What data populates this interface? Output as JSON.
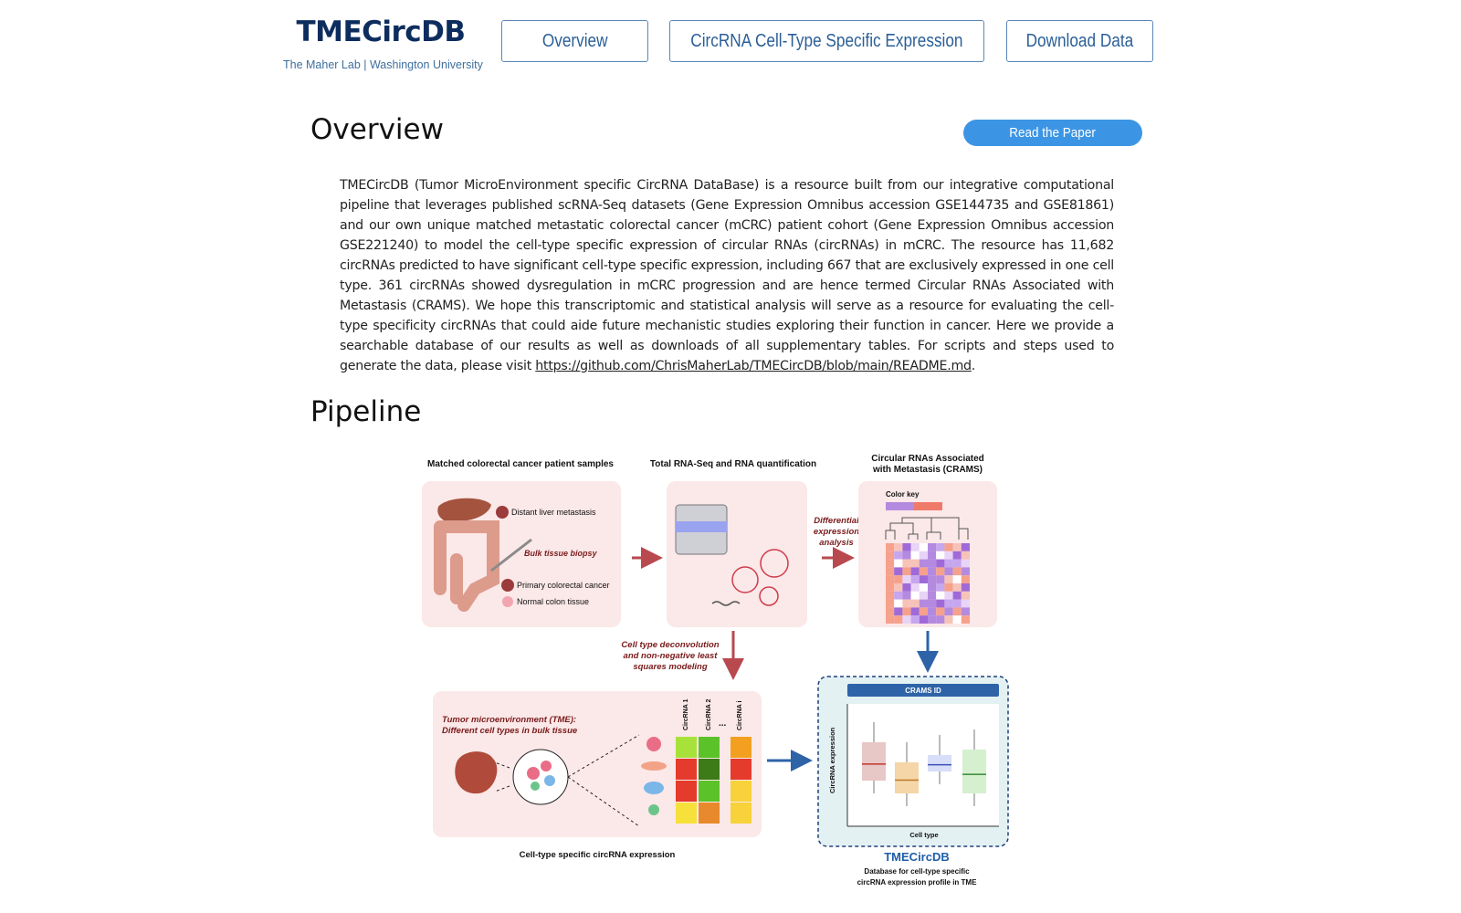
{
  "header": {
    "site_title": "TMECircDB",
    "site_subtitle": "The Maher Lab | Washington University",
    "nav": {
      "overview": "Overview",
      "celltype": "CircRNA Cell-Type Specific Expression",
      "download": "Download Data"
    }
  },
  "overview": {
    "heading": "Overview",
    "paper_button": "Read the Paper",
    "body": "TMECircDB (Tumor MicroEnvironment specific CircRNA DataBase) is a resource built from our integrative computational pipeline that leverages published scRNA-Seq datasets (Gene Expression Omnibus accession GSE144735 and GSE81861) and our own unique matched metastatic colorectal cancer (mCRC) patient cohort (Gene Expression Omnibus accession GSE221240) to model the cell-type specific expression of circular RNAs (circRNAs) in mCRC. The resource has 11,682 circRNAs predicted to have significant cell-type specific expression, including 667 that are exclusively expressed in one cell type. 361 circRNAs showed dysregulation in mCRC progression and are hence termed Circular RNAs Associated with Metastasis (CRAMS). We hope this transcriptomic and statistical analysis will serve as a resource for evaluating the cell-type specificity circRNAs that could aide future mechanistic studies exploring their function in cancer. Here we provide a searchable database of our results as well as downloads of all supplementary tables. For scripts and steps used to generate the data, please visit ",
    "link": "https://github.com/ChrisMaherLab/TMECircDB/blob/main/README.md",
    "body_end": "."
  },
  "pipeline": {
    "heading": "Pipeline",
    "figure": {
      "panel1_title": "Matched colorectal cancer patient samples",
      "panel2_title": "Total RNA-Seq and RNA quantification",
      "panel3_title_1": "Circular RNAs Associated",
      "panel3_title_2": "with Metastasis (CRAMS)",
      "label_liver": "Distant liver metastasis",
      "label_biopsy": "Bulk tissue biopsy",
      "label_primary": "Primary colorectal cancer",
      "label_normal": "Normal colon tissue",
      "label_color_key": "Color key",
      "diff_1": "Differential",
      "diff_2": "expression",
      "diff_3": "analysis",
      "deconv_1": "Cell type deconvolution",
      "deconv_2": "and non-negative least",
      "deconv_3": "squares modeling",
      "tme_1": "Tumor microenvironment (TME):",
      "tme_2": "Different cell types in bulk tissue",
      "circ1": "CircRNA 1",
      "circ2": "CircRNA 2",
      "circi": "CircRNA i",
      "ellipsis": "...",
      "celltype_caption": "Cell-type specific circRNA expression",
      "crams_id": "CRAMS ID",
      "y_axis": "CircRNA expression",
      "x_axis": "Cell type",
      "db_title": "TMECircDB",
      "db_sub_1": "Database for cell-type specific",
      "db_sub_2": "circRNA expression profile in TME"
    }
  }
}
